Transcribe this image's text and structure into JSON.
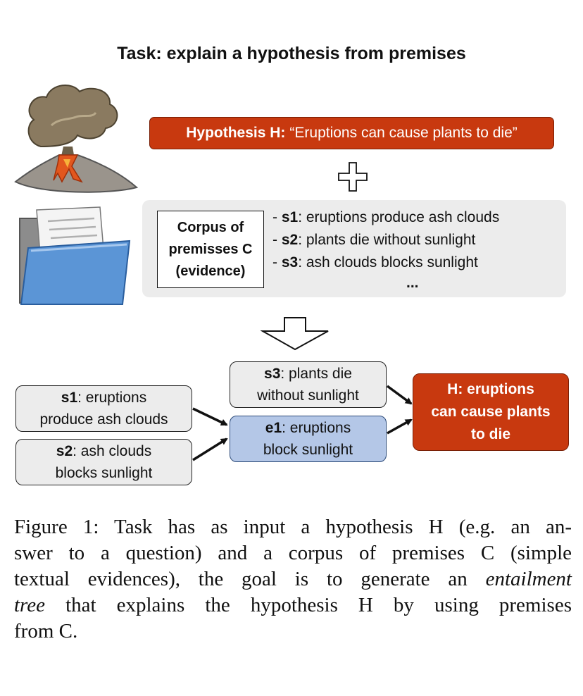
{
  "title": "Task: explain a hypothesis from premises",
  "hypothesis": {
    "prefix": "Hypothesis H:",
    "text": "“Eruptions can cause plants to die”"
  },
  "corpus": {
    "label_lines": [
      "Corpus of",
      "premisses C",
      "(evidence)"
    ],
    "items": [
      {
        "id": "s1",
        "text": ": eruptions produce ash clouds"
      },
      {
        "id": "s2",
        "text": ": plants die without sunlight"
      },
      {
        "id": "s3",
        "text": ": ash clouds blocks sunlight"
      }
    ],
    "ellipsis": "..."
  },
  "tree": {
    "s1": {
      "id": "s1",
      "line1": ": eruptions",
      "line2": "produce ash clouds"
    },
    "s2": {
      "id": "s2",
      "line1": ": ash clouds",
      "line2": "blocks sunlight"
    },
    "s3": {
      "id": "s3",
      "line1": ": plants die",
      "line2": "without sunlight"
    },
    "e1": {
      "id": "e1",
      "line1": ": eruptions",
      "line2": "block sunlight"
    },
    "h": {
      "lines": [
        "H: eruptions",
        "can cause plants",
        "to die"
      ]
    }
  },
  "caption": {
    "l1": "Figure 1:  Task has as input a hypothesis H (e.g. an an-",
    "l2": "swer to a question) and a corpus of premises C (simple",
    "l3a": "textual evidences), the goal is to generate an ",
    "l3b": "entailment",
    "l4a": "tree",
    "l4b": " that explains the hypothesis H by using premises",
    "l5": "from C."
  },
  "colors": {
    "hypothesis": "#c8390f",
    "premise": "#ececec",
    "intermediate": "#b4c7e7"
  },
  "icons": [
    "volcano-icon",
    "folder-icon",
    "plus-icon",
    "down-arrow-icon"
  ]
}
